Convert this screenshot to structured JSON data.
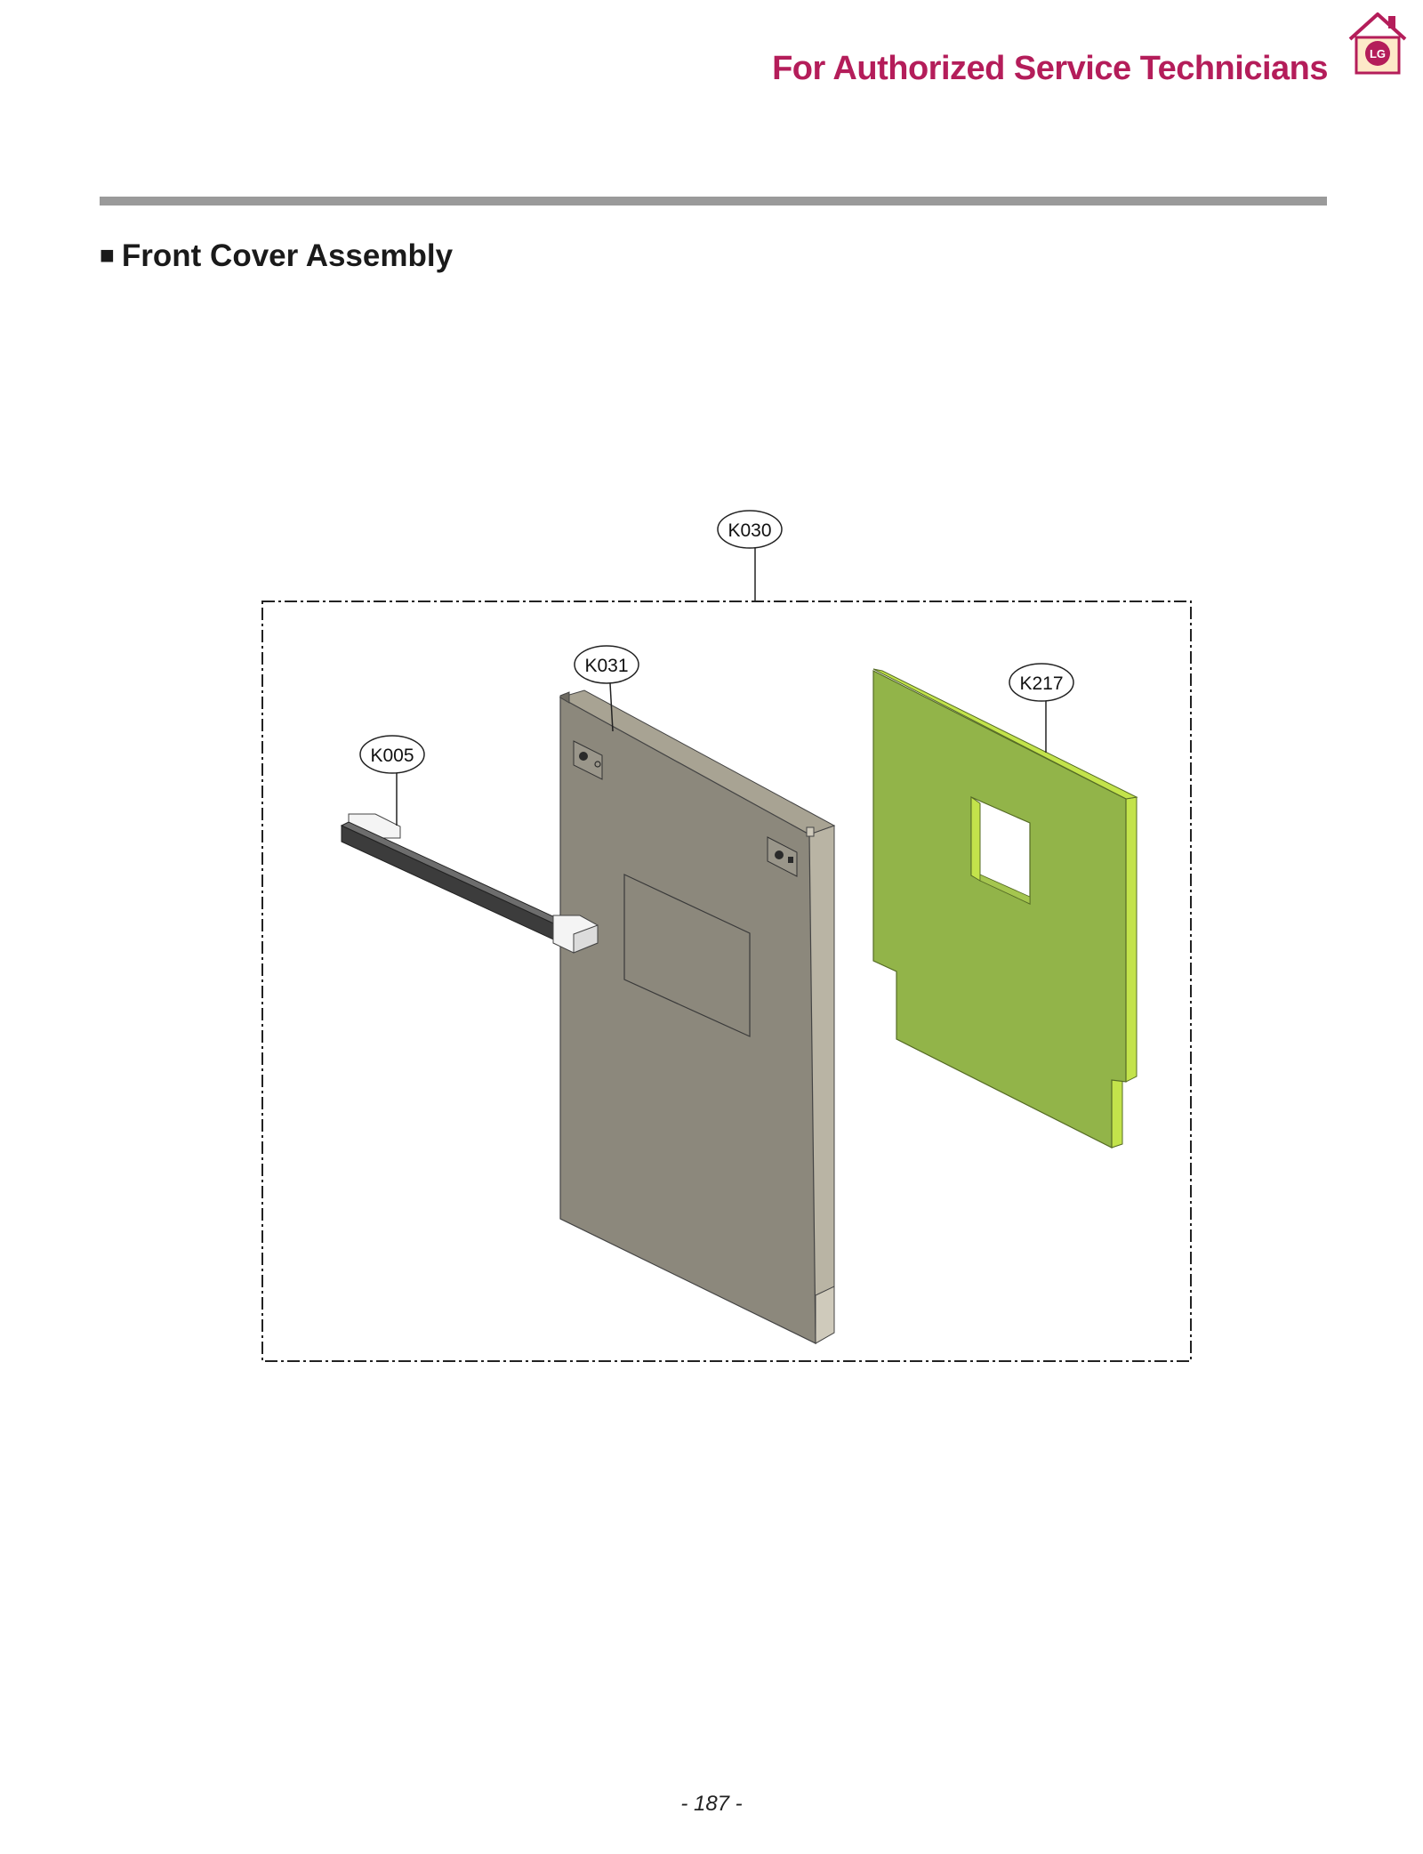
{
  "header": {
    "title": "For Authorized Service Technicians",
    "logo_icon": "lg-home-logo-icon",
    "logo_text": "LG",
    "accent_color": "#b41d5a"
  },
  "section": {
    "bullet": "■",
    "heading": "Front Cover Assembly"
  },
  "diagram": {
    "callouts": [
      {
        "id": "K030",
        "label": "K030"
      },
      {
        "id": "K031",
        "label": "K031"
      },
      {
        "id": "K005",
        "label": "K005"
      },
      {
        "id": "K217",
        "label": "K217"
      }
    ],
    "colors": {
      "panel": "#8c887c",
      "panel_edge": "#b9b4a4",
      "insulation": "#92b449",
      "insulation_edge": "#c3e34b",
      "handle": "#3f3f3f"
    }
  },
  "footer": {
    "page_number": "- 187 -"
  }
}
